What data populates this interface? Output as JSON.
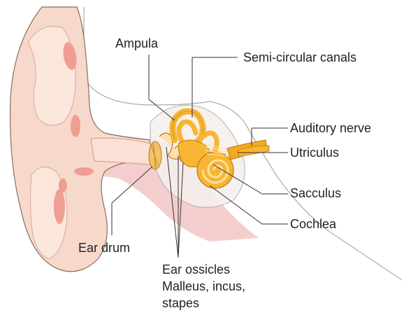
{
  "labels": {
    "ampula": "Ampula",
    "semi_circular_canals": "Semi-circular canals",
    "auditory_nerve": "Auditory nerve",
    "utriculus": "Utriculus",
    "sacculus": "Sacculus",
    "cochlea": "Cochlea",
    "ear_drum": "Ear drum",
    "ear_ossicles": [
      "Ear ossicles",
      "Malleus, incus,",
      "stapes"
    ]
  },
  "colors": {
    "skin": "#f7d9cc",
    "skin_dark": "#e9b7a6",
    "skin_outline": "#8a6a60",
    "canal_pink": "#f2c6c6",
    "cartilage": "#ef9e92",
    "inner_ear": "#f7b533",
    "inner_ear_light": "#fde0a0",
    "inner_ear_dark": "#b97a12",
    "nerve": "#f2a91d",
    "leader": "#333333"
  }
}
